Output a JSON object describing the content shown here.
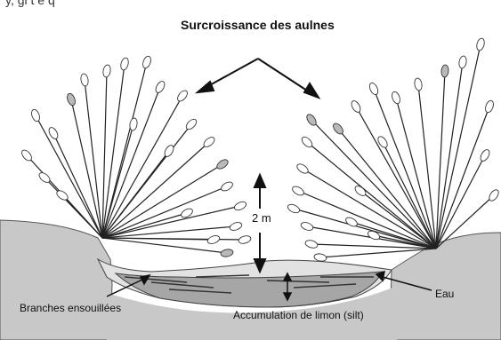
{
  "header": {
    "clipped_text": "y, gi   t  e q"
  },
  "diagram": {
    "title": "Surcroissance des aulnes",
    "labels": {
      "height": "2 m",
      "water": "Eau",
      "buried_branches": "Branches ensouillées",
      "silt": "Accumulation de limon (silt)"
    }
  },
  "colors": {
    "ground": "#c8c8c8",
    "silt": "#a6a6a6",
    "water": "#e2e2e2",
    "leaf_gray": "#b9b9b9",
    "ink": "#111111"
  }
}
